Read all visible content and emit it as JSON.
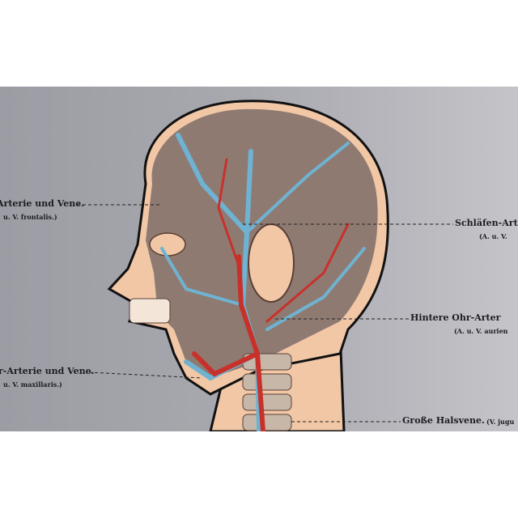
{
  "labels": {
    "frontal": {
      "main": "Arterie und Vene.",
      "sub": "u. V. frontalis.)"
    },
    "maxillar": {
      "main": "r-Arterie und Vene.",
      "sub": "u. V. maxillaris.)"
    },
    "temporal": {
      "main": "Schläfen-Arte",
      "sub": "(A. u. V."
    },
    "auricular": {
      "main": "Hintere Ohr-Arter",
      "sub": "(A. u. V. aurien"
    },
    "jugular": {
      "main": "Große Halsvene.",
      "sub": "(V. jugu"
    }
  },
  "colors": {
    "background": "#a6a6ad",
    "skin": "#f1c7a6",
    "tissue": "#8f7a72",
    "artery": "#c8312a",
    "vein": "#6fb3d2"
  }
}
